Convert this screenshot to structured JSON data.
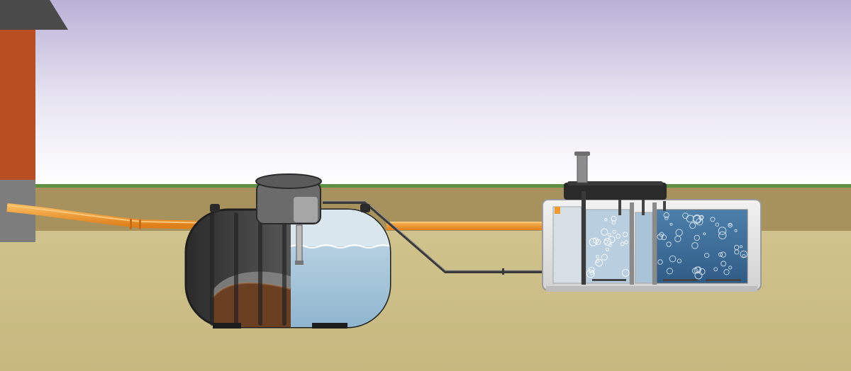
{
  "diagram": {
    "components": {
      "house": "house",
      "inlet_pipe": "inlet-pipe",
      "septic_tank": "septic-tank",
      "return_pipe": "return-pipe",
      "treatment_unit": "treatment-unit"
    },
    "colors": {
      "sky_top": "#b9b1d6",
      "sky_bottom": "#ffffff",
      "grass": "#5f8f43",
      "topsoil": "#a7915c",
      "soil": "#cdc08a",
      "pipe": "#f09a2c",
      "tank_shell": "#3b3b3b",
      "water": "#9fc3d9",
      "sludge": "#6b3f22",
      "unit_shell": "#e3e3e3",
      "aerated_water": "#3e6f9c",
      "house_wall": "#b94e22",
      "roof": "#4a4a4a"
    },
    "levels": {
      "septic_water_level_fraction": 0.72,
      "septic_sludge_fraction": 0.3
    }
  }
}
